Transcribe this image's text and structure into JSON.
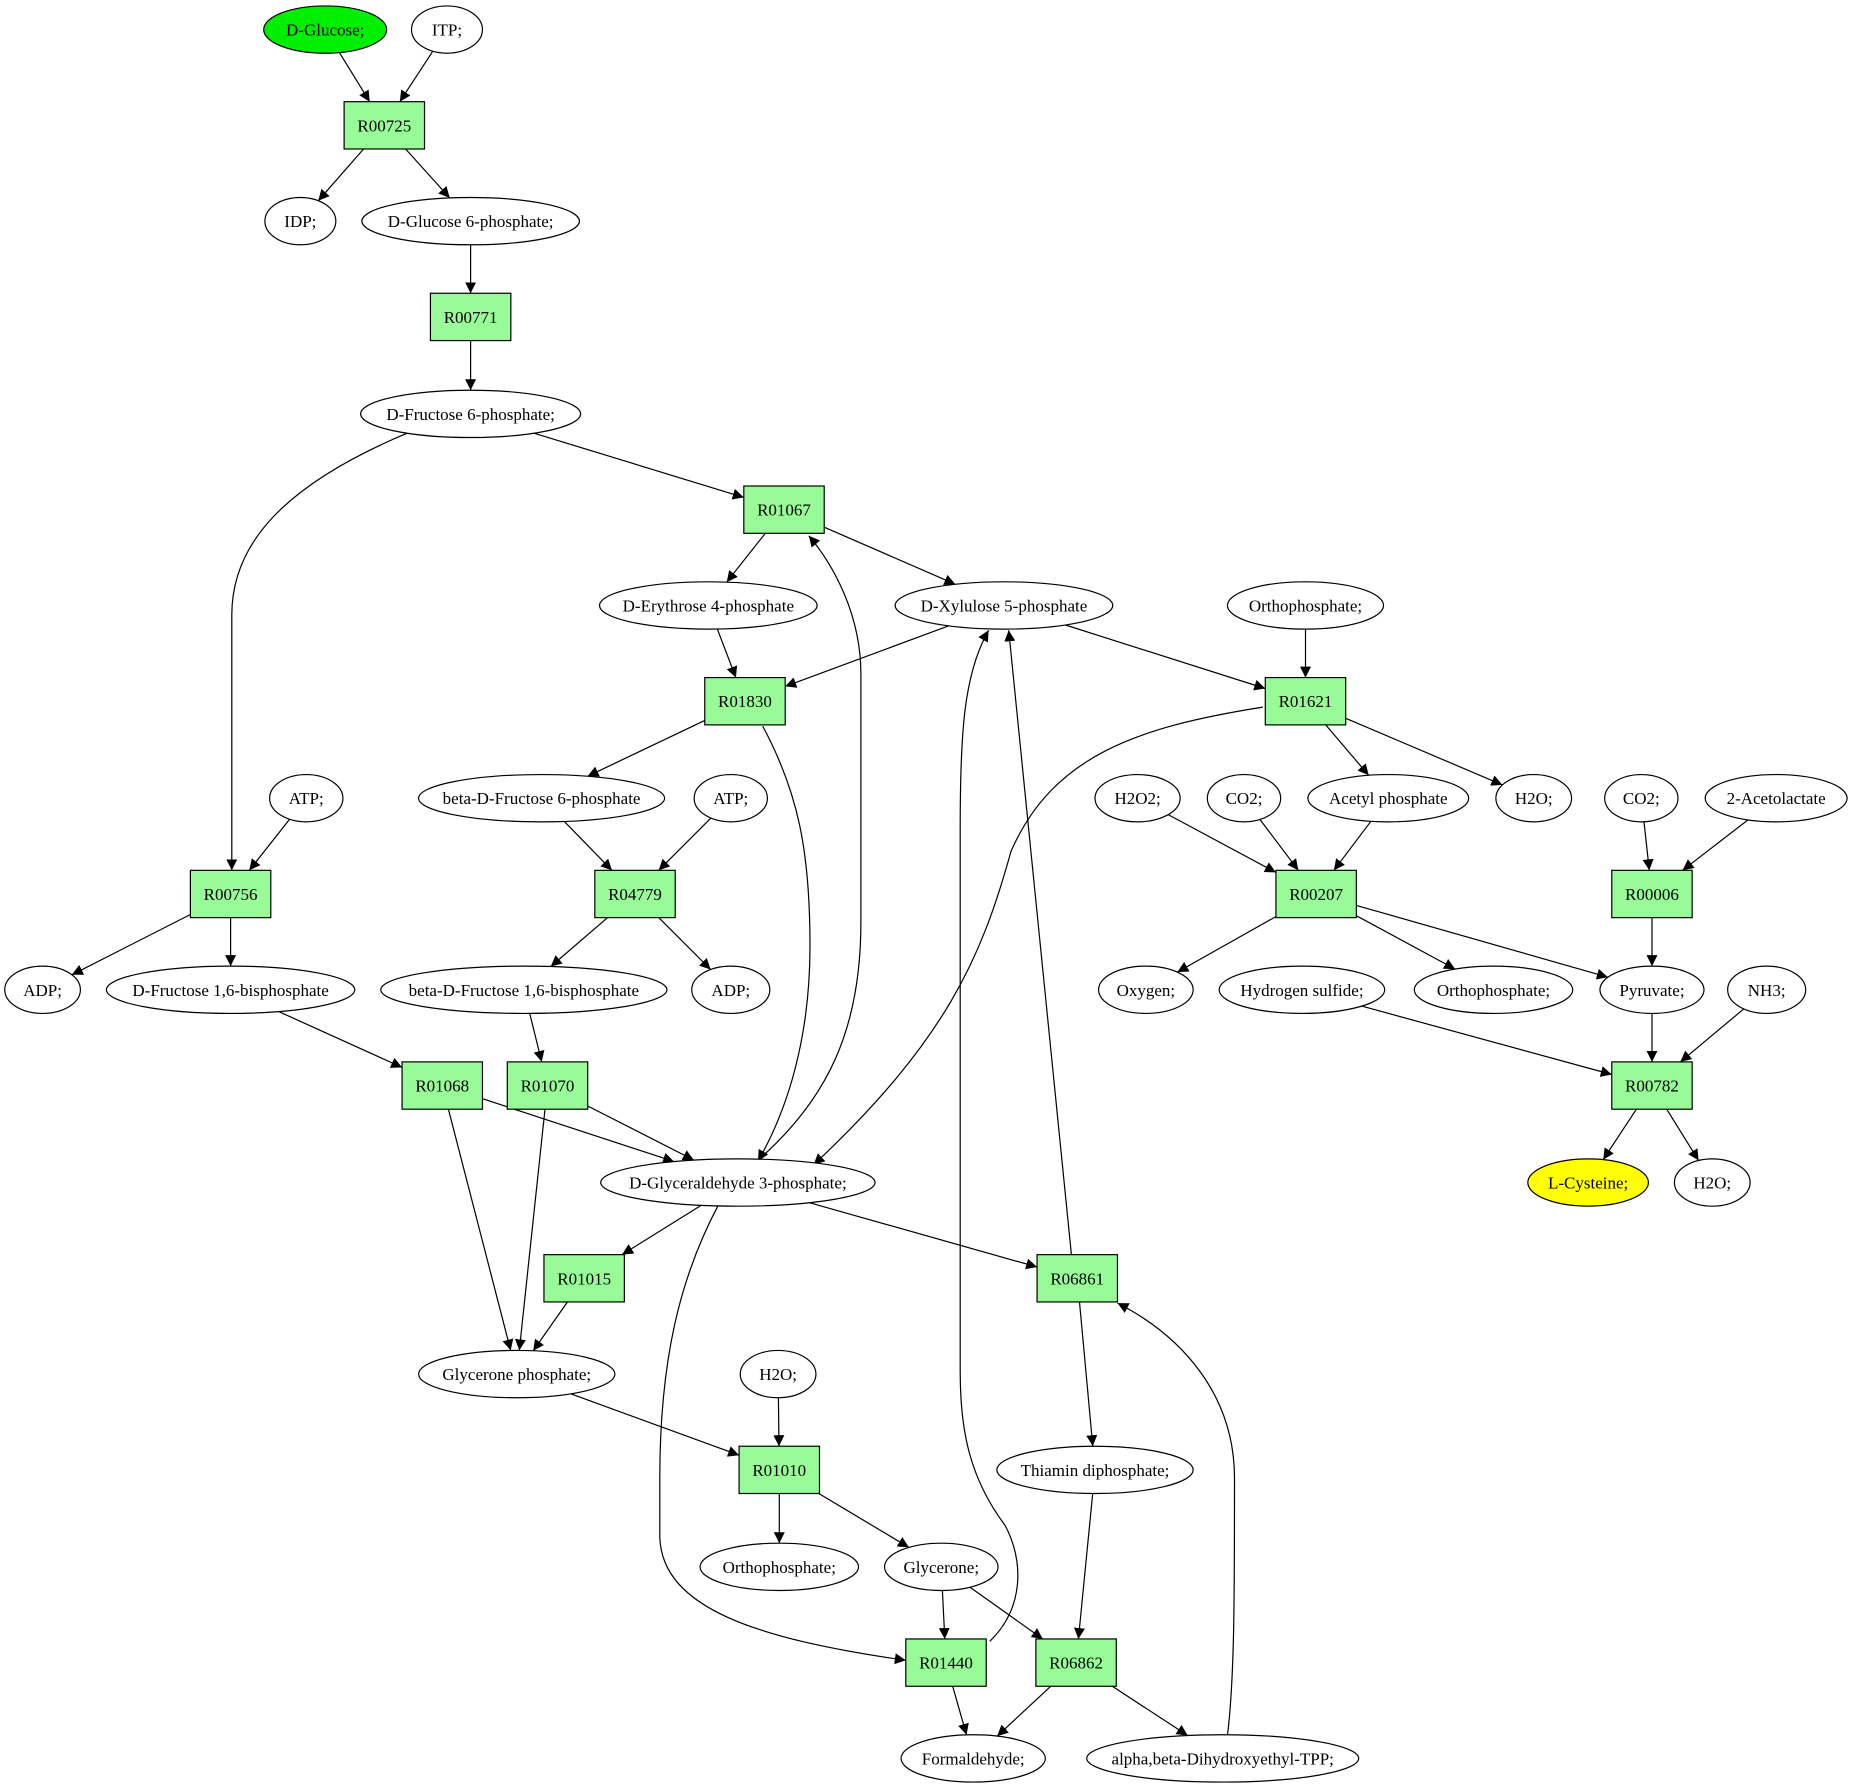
{
  "colors": {
    "compound": "#ffffff",
    "reaction": "#98fb98",
    "start": "#00ee00",
    "target": "#ffff00",
    "stroke": "#000000"
  },
  "compounds": [
    {
      "id": "c_glucose",
      "label": "D-Glucose;",
      "role": "start"
    },
    {
      "id": "c_itp",
      "label": "ITP;"
    },
    {
      "id": "c_idp",
      "label": "IDP;"
    },
    {
      "id": "c_g6p",
      "label": "D-Glucose 6-phosphate;"
    },
    {
      "id": "c_f6p",
      "label": "D-Fructose 6-phosphate;"
    },
    {
      "id": "c_e4p",
      "label": "D-Erythrose 4-phosphate"
    },
    {
      "id": "c_x5p",
      "label": "D-Xylulose 5-phosphate"
    },
    {
      "id": "c_pi_top",
      "label": "Orthophosphate;"
    },
    {
      "id": "c_atp1",
      "label": "ATP;"
    },
    {
      "id": "c_bf6p",
      "label": "beta-D-Fructose 6-phosphate"
    },
    {
      "id": "c_atp2",
      "label": "ATP;"
    },
    {
      "id": "c_h2o2",
      "label": "H2O2;"
    },
    {
      "id": "c_co2a",
      "label": "CO2;"
    },
    {
      "id": "c_acp",
      "label": "Acetyl phosphate"
    },
    {
      "id": "c_h2o_a",
      "label": "H2O;"
    },
    {
      "id": "c_co2b",
      "label": "CO2;"
    },
    {
      "id": "c_acl",
      "label": "2-Acetolactate"
    },
    {
      "id": "c_adp1",
      "label": "ADP;"
    },
    {
      "id": "c_fbp",
      "label": "D-Fructose 1,6-bisphosphate"
    },
    {
      "id": "c_bfbp",
      "label": "beta-D-Fructose 1,6-bisphosphate"
    },
    {
      "id": "c_adp2",
      "label": "ADP;"
    },
    {
      "id": "c_o2",
      "label": "Oxygen;"
    },
    {
      "id": "c_h2s",
      "label": "Hydrogen sulfide;"
    },
    {
      "id": "c_pi_mid",
      "label": "Orthophosphate;"
    },
    {
      "id": "c_pyr",
      "label": "Pyruvate;"
    },
    {
      "id": "c_nh3",
      "label": "NH3;"
    },
    {
      "id": "c_g3p",
      "label": "D-Glyceraldehyde 3-phosphate;"
    },
    {
      "id": "c_cys",
      "label": "L-Cysteine;",
      "role": "target"
    },
    {
      "id": "c_h2o_b",
      "label": "H2O;"
    },
    {
      "id": "c_dhap",
      "label": "Glycerone phosphate;"
    },
    {
      "id": "c_h2o_c",
      "label": "H2O;"
    },
    {
      "id": "c_tpp",
      "label": "Thiamin diphosphate;"
    },
    {
      "id": "c_pi_bot",
      "label": "Orthophosphate;"
    },
    {
      "id": "c_glycerone",
      "label": "Glycerone;"
    },
    {
      "id": "c_hcho",
      "label": "Formaldehyde;"
    },
    {
      "id": "c_hetpp",
      "label": "alpha,beta-Dihydroxyethyl-TPP;"
    }
  ],
  "reactions": [
    {
      "id": "R00725",
      "label": "R00725"
    },
    {
      "id": "R00771",
      "label": "R00771"
    },
    {
      "id": "R01067",
      "label": "R01067"
    },
    {
      "id": "R01830",
      "label": "R01830"
    },
    {
      "id": "R01621",
      "label": "R01621"
    },
    {
      "id": "R00756",
      "label": "R00756"
    },
    {
      "id": "R04779",
      "label": "R04779"
    },
    {
      "id": "R00207",
      "label": "R00207"
    },
    {
      "id": "R00006",
      "label": "R00006"
    },
    {
      "id": "R01068",
      "label": "R01068"
    },
    {
      "id": "R01070",
      "label": "R01070"
    },
    {
      "id": "R00782",
      "label": "R00782"
    },
    {
      "id": "R01015",
      "label": "R01015"
    },
    {
      "id": "R06861",
      "label": "R06861"
    },
    {
      "id": "R01010",
      "label": "R01010"
    },
    {
      "id": "R01440",
      "label": "R01440"
    },
    {
      "id": "R06862",
      "label": "R06862"
    }
  ],
  "edges": [
    {
      "from": "c_glucose",
      "to": "R00725"
    },
    {
      "from": "c_itp",
      "to": "R00725"
    },
    {
      "from": "R00725",
      "to": "c_idp"
    },
    {
      "from": "R00725",
      "to": "c_g6p"
    },
    {
      "from": "c_g6p",
      "to": "R00771"
    },
    {
      "from": "R00771",
      "to": "c_f6p"
    },
    {
      "from": "c_f6p",
      "to": "R01067"
    },
    {
      "from": "c_f6p",
      "to": "R00756"
    },
    {
      "from": "R01067",
      "to": "c_e4p"
    },
    {
      "from": "R01067",
      "to": "c_x5p"
    },
    {
      "from": "c_g3p",
      "to": "R01067"
    },
    {
      "from": "c_e4p",
      "to": "R01830"
    },
    {
      "from": "c_x5p",
      "to": "R01830"
    },
    {
      "from": "R01830",
      "to": "c_bf6p"
    },
    {
      "from": "R01830",
      "to": "c_g3p"
    },
    {
      "from": "c_x5p",
      "to": "R01621"
    },
    {
      "from": "c_pi_top",
      "to": "R01621"
    },
    {
      "from": "R01621",
      "to": "c_acp"
    },
    {
      "from": "R01621",
      "to": "c_h2o_a"
    },
    {
      "from": "R01621",
      "to": "c_g3p"
    },
    {
      "from": "c_atp1",
      "to": "R00756"
    },
    {
      "from": "R00756",
      "to": "c_adp1"
    },
    {
      "from": "R00756",
      "to": "c_fbp"
    },
    {
      "from": "c_bf6p",
      "to": "R04779"
    },
    {
      "from": "c_atp2",
      "to": "R04779"
    },
    {
      "from": "R04779",
      "to": "c_bfbp"
    },
    {
      "from": "R04779",
      "to": "c_adp2"
    },
    {
      "from": "c_h2o2",
      "to": "R00207"
    },
    {
      "from": "c_co2a",
      "to": "R00207"
    },
    {
      "from": "c_acp",
      "to": "R00207"
    },
    {
      "from": "R00207",
      "to": "c_o2"
    },
    {
      "from": "R00207",
      "to": "c_pi_mid"
    },
    {
      "from": "R00207",
      "to": "c_pyr"
    },
    {
      "from": "c_co2b",
      "to": "R00006"
    },
    {
      "from": "c_acl",
      "to": "R00006"
    },
    {
      "from": "R00006",
      "to": "c_pyr"
    },
    {
      "from": "c_fbp",
      "to": "R01068"
    },
    {
      "from": "c_bfbp",
      "to": "R01070"
    },
    {
      "from": "R01068",
      "to": "c_g3p"
    },
    {
      "from": "R01068",
      "to": "c_dhap"
    },
    {
      "from": "R01070",
      "to": "c_g3p"
    },
    {
      "from": "R01070",
      "to": "c_dhap"
    },
    {
      "from": "c_h2s",
      "to": "R00782"
    },
    {
      "from": "c_pyr",
      "to": "R00782"
    },
    {
      "from": "c_nh3",
      "to": "R00782"
    },
    {
      "from": "R00782",
      "to": "c_cys"
    },
    {
      "from": "R00782",
      "to": "c_h2o_b"
    },
    {
      "from": "c_g3p",
      "to": "R01015"
    },
    {
      "from": "c_g3p",
      "to": "R06861"
    },
    {
      "from": "c_g3p",
      "to": "R01440"
    },
    {
      "from": "R01015",
      "to": "c_dhap"
    },
    {
      "from": "R06861",
      "to": "c_x5p"
    },
    {
      "from": "R06861",
      "to": "c_tpp"
    },
    {
      "from": "c_hetpp",
      "to": "R06861"
    },
    {
      "from": "c_dhap",
      "to": "R01010"
    },
    {
      "from": "c_h2o_c",
      "to": "R01010"
    },
    {
      "from": "R01010",
      "to": "c_pi_bot"
    },
    {
      "from": "R01010",
      "to": "c_glycerone"
    },
    {
      "from": "c_glycerone",
      "to": "R01440"
    },
    {
      "from": "c_glycerone",
      "to": "R06862"
    },
    {
      "from": "c_tpp",
      "to": "R06862"
    },
    {
      "from": "R01440",
      "to": "c_x5p"
    },
    {
      "from": "R01440",
      "to": "c_hcho"
    },
    {
      "from": "R06862",
      "to": "c_hcho"
    },
    {
      "from": "R06862",
      "to": "c_hetpp"
    }
  ]
}
